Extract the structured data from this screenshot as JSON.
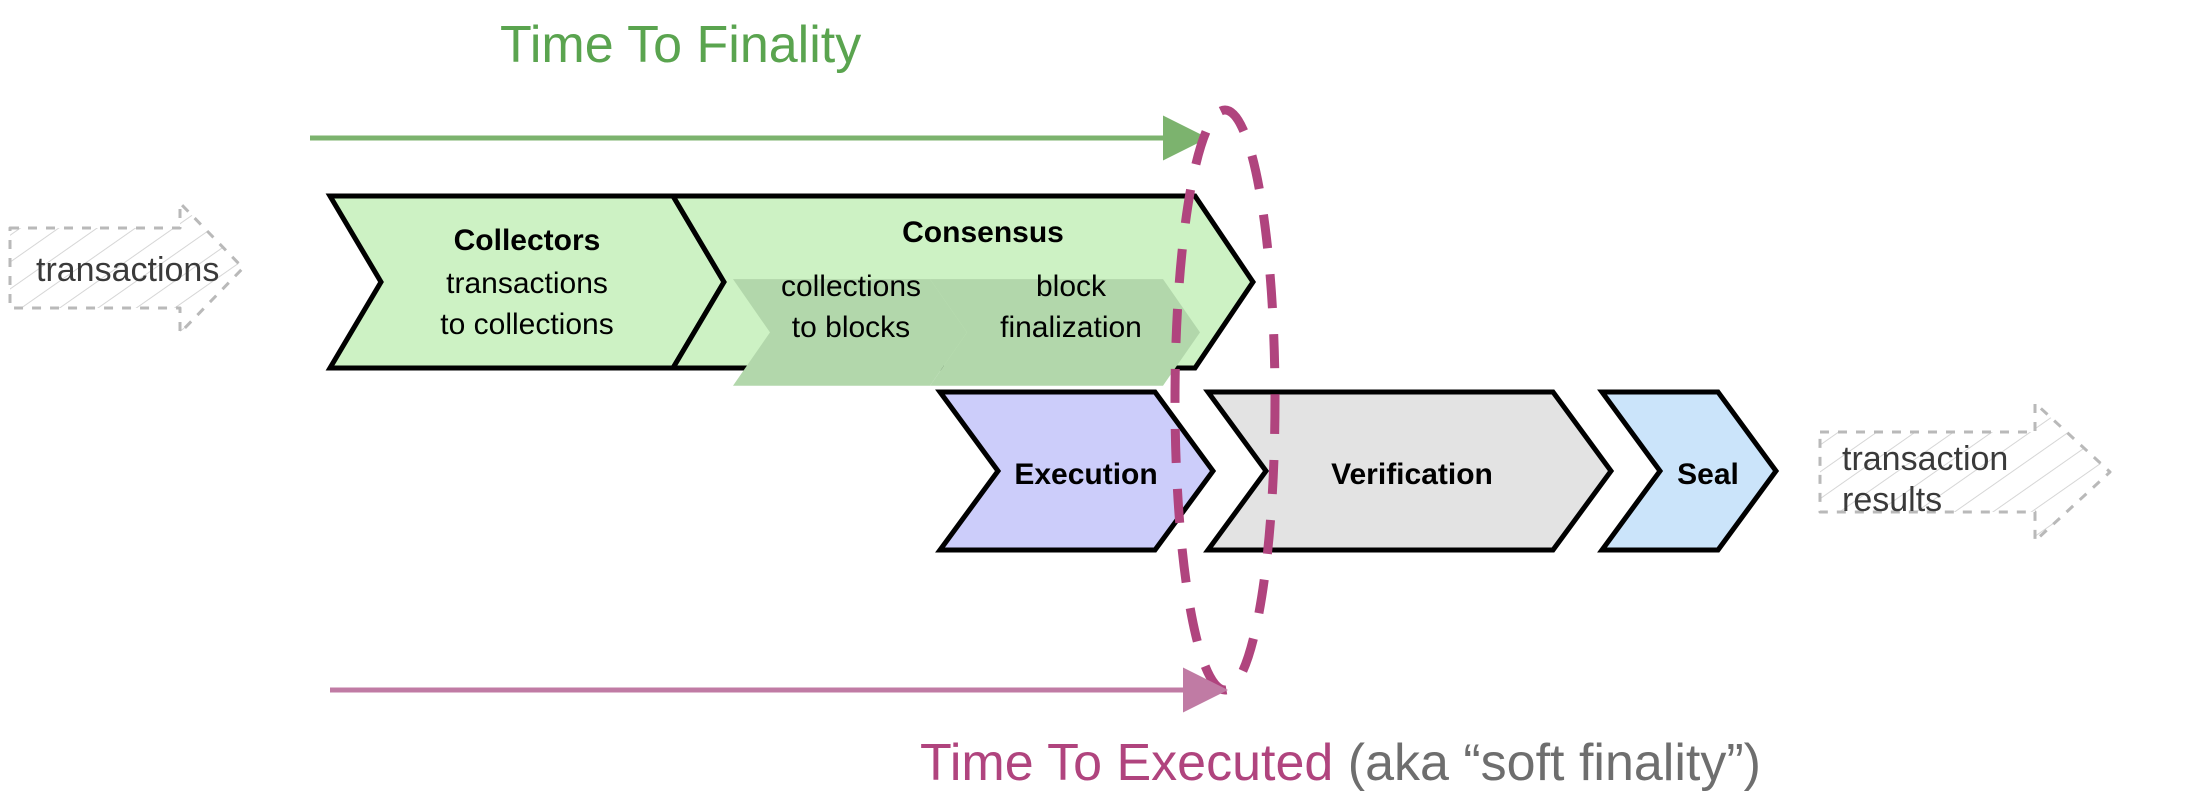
{
  "diagram": {
    "title_top": "Time To Finality",
    "bottom_label_main": "Time To Executed",
    "bottom_label_suffix": " (aka “soft finality”)",
    "input_arrow_label": "transactions",
    "output_arrow_label_line1": "transaction",
    "output_arrow_label_line2": "results"
  },
  "stages": {
    "collectors": {
      "title": "Collectors",
      "sub_line1": "transactions",
      "sub_line2": "to collections",
      "fill": "#cdf2c4"
    },
    "consensus": {
      "title": "Consensus",
      "fill": "#cdf2c4",
      "substages": [
        {
          "line1": "collections",
          "line2": "to blocks",
          "fill": "#b2d7ab"
        },
        {
          "line1": "block",
          "line2": "finalization",
          "fill": "#b2d7ab"
        }
      ]
    },
    "execution": {
      "title": "Execution",
      "fill": "#cccdfa"
    },
    "verification": {
      "title": "Verification",
      "fill": "#e3e3e3"
    },
    "seal": {
      "title": "Seal",
      "fill": "#cbe4fa"
    }
  },
  "colors": {
    "green_accent": "#5aa44f",
    "magenta_accent": "#b0447e",
    "grey_text": "#6e6e6e",
    "ghost_outline": "#b9b9b9",
    "stroke_black": "#000000"
  }
}
